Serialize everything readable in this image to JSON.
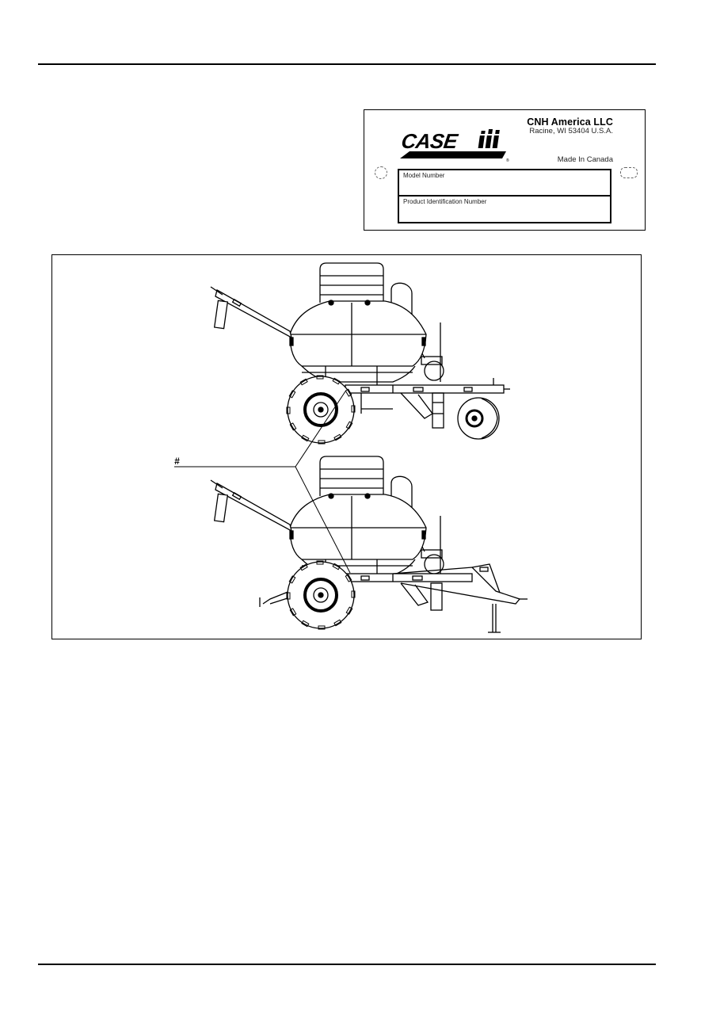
{
  "page": {
    "header_rule": true,
    "footer_rule": true
  },
  "id_plate": {
    "brand_logo_text": "CASE IH",
    "registered_mark": "®",
    "company": "CNH America LLC",
    "address": "Racine, WI 53404  U.S.A.",
    "made_in": "Made In Canada",
    "fields": [
      {
        "label": "Model Number",
        "value": ""
      },
      {
        "label": "Product Identification Number",
        "value": ""
      }
    ]
  },
  "figure": {
    "description": "Side views of air cart (tow-between and tow-behind configurations) showing serial number plate location",
    "callout": "#"
  }
}
